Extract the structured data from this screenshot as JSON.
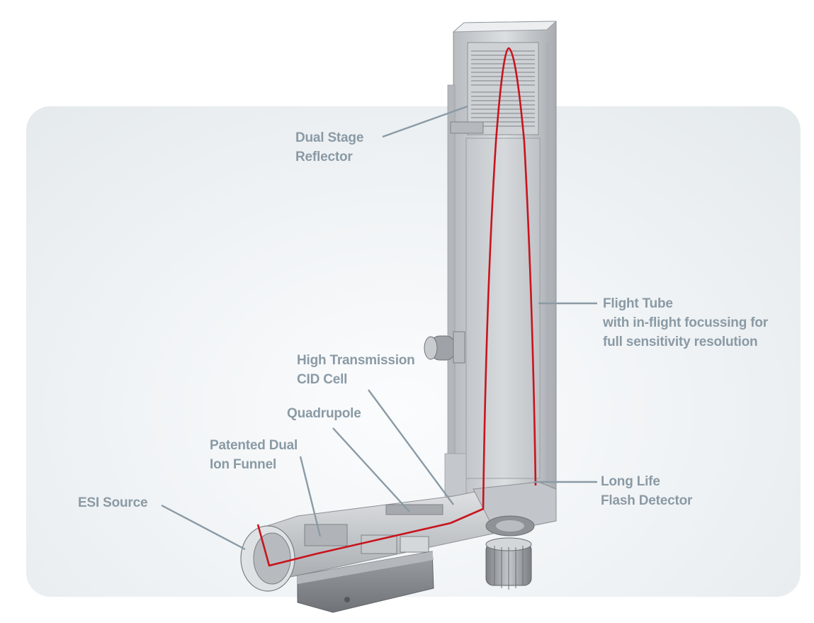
{
  "labels": {
    "dual_stage_reflector": [
      "Dual Stage",
      "Reflector"
    ],
    "flight_tube": [
      "Flight Tube",
      "with in-flight focussing for",
      "full sensitivity resolution"
    ],
    "cid_cell": [
      "High Transmission",
      "CID Cell"
    ],
    "quadrupole": [
      "Quadrupole"
    ],
    "ion_funnel": [
      "Patented Dual",
      "Ion Funnel"
    ],
    "esi_source": [
      "ESI Source"
    ],
    "detector": [
      "Long Life",
      "Flash Detector"
    ]
  },
  "colors": {
    "ion_path": "#c8141e",
    "label_text": "#8a9aa5",
    "leader_line": "#8a9aa5",
    "instrument_body": "#c9cdd1"
  }
}
